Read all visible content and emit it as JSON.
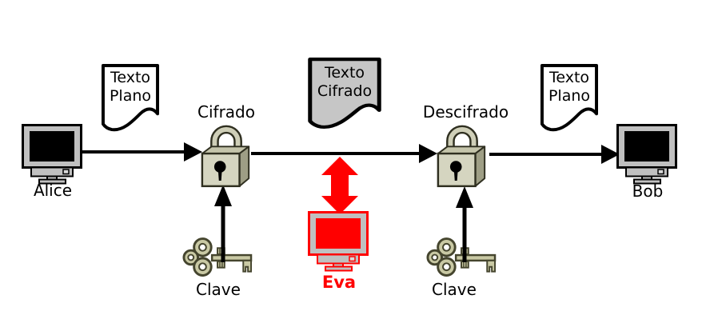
{
  "diagram": {
    "type": "symmetric-encryption-flow",
    "nodes": {
      "alice": {
        "label": "Alice"
      },
      "bob": {
        "label": "Bob"
      },
      "eva": {
        "label": "Eva"
      },
      "encrypt": {
        "label": "Cifrado"
      },
      "decrypt": {
        "label": "Descifrado"
      },
      "key_left": {
        "label": "Clave"
      },
      "key_right": {
        "label": "Clave"
      },
      "doc_plain_left": {
        "line1": "Texto",
        "line2": "Plano"
      },
      "doc_cipher": {
        "line1": "Texto",
        "line2": "Cifrado"
      },
      "doc_plain_right": {
        "line1": "Texto",
        "line2": "Plano"
      }
    },
    "colors": {
      "attacker_red": "#ff0000",
      "lock_front": "#d5d5c0",
      "lock_side": "#9e9e85",
      "lock_outline": "#2f2f20",
      "key_fill": "#c9c9a4",
      "key_outline": "#45452e",
      "monitor_gray": "#c0c0c0",
      "cipher_doc_gray": "#c6c6c6",
      "plain_doc_white": "#ffffff",
      "line_black": "#000000",
      "background": "#ffffff"
    }
  }
}
